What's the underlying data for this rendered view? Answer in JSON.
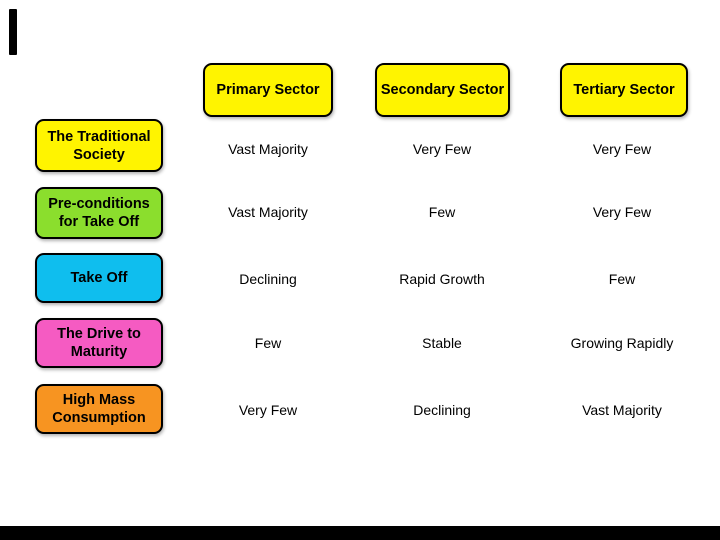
{
  "slide": {
    "background": "#ffffff",
    "artifact_color": "#000000",
    "text_color": "#000000",
    "border_color": "#000000"
  },
  "table": {
    "column_headers": [
      {
        "label": "Primary Sector",
        "fill": "#FFF400"
      },
      {
        "label": "Secondary Sector",
        "fill": "#FFF400"
      },
      {
        "label": "Tertiary Sector",
        "fill": "#FFF400"
      }
    ],
    "rows": [
      {
        "label": "The Traditional\nSociety",
        "fill": "#FFF400",
        "cells": [
          "Vast Majority",
          "Very Few",
          "Very Few"
        ]
      },
      {
        "label": "Pre-conditions\nfor Take Off",
        "fill": "#8BDE2D",
        "cells": [
          "Vast Majority",
          "Few",
          "Very Few"
        ]
      },
      {
        "label": "Take Off",
        "fill": "#0FBEEE",
        "cells": [
          "Declining",
          "Rapid Growth",
          "Few"
        ]
      },
      {
        "label": "The Drive to\nMaturity",
        "fill": "#F55BC2",
        "cells": [
          "Few",
          "Stable",
          "Growing Rapidly"
        ]
      },
      {
        "label": "High Mass\nConsumption",
        "fill": "#F79421",
        "cells": [
          "Very Few",
          "Declining",
          "Vast Majority"
        ]
      }
    ]
  }
}
